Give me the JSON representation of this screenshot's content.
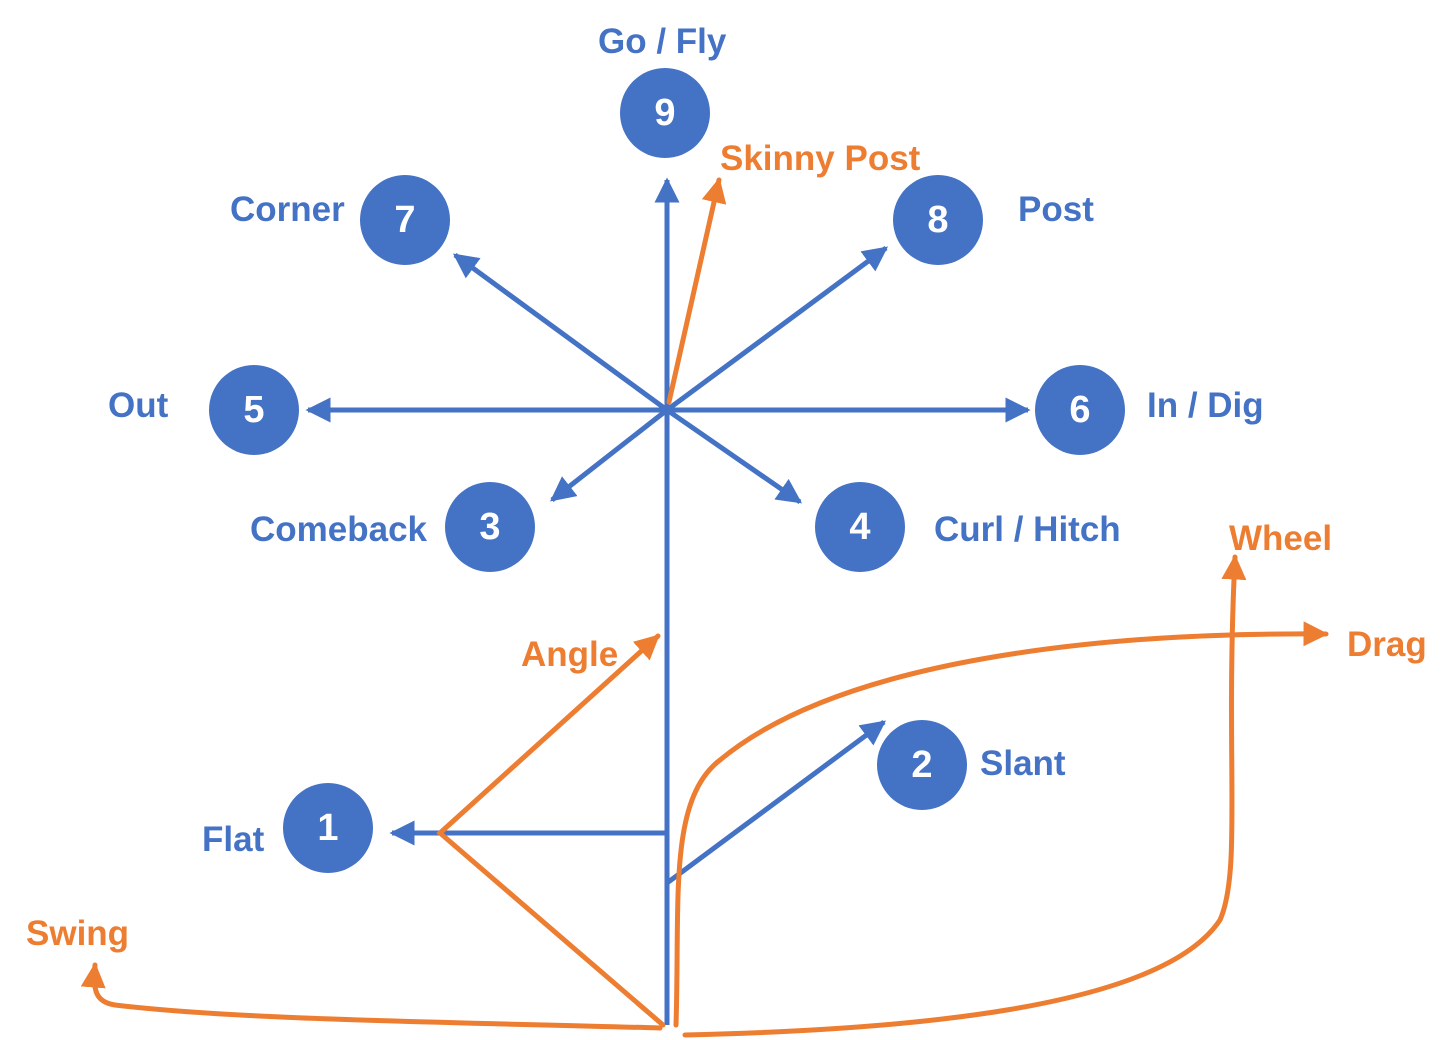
{
  "colors": {
    "route": "#4472c4",
    "back": "#ed7d31",
    "node_text": "#ffffff"
  },
  "route_tree": [
    {
      "number": "1",
      "name": "Flat"
    },
    {
      "number": "2",
      "name": "Slant"
    },
    {
      "number": "3",
      "name": "Comeback"
    },
    {
      "number": "4",
      "name": "Curl / Hitch"
    },
    {
      "number": "5",
      "name": "Out"
    },
    {
      "number": "6",
      "name": "In / Dig"
    },
    {
      "number": "7",
      "name": "Corner"
    },
    {
      "number": "8",
      "name": "Post"
    },
    {
      "number": "9",
      "name": "Go / Fly"
    }
  ],
  "back_routes": [
    "Skinny Post",
    "Angle",
    "Wheel",
    "Drag",
    "Swing"
  ]
}
